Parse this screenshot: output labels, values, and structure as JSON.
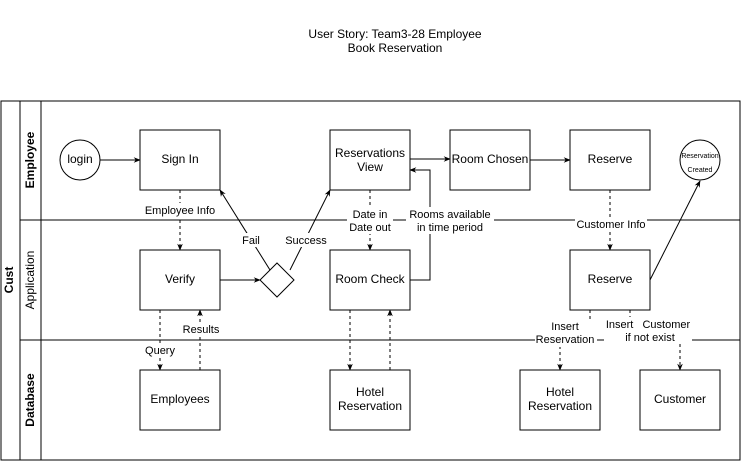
{
  "title": {
    "line1": "User Story: Team3-28 Employee",
    "line2": "Book Reservation"
  },
  "pool": {
    "label": "Cust"
  },
  "lanes": {
    "employee": "Employee",
    "application": "Application",
    "database": "Database"
  },
  "nodes": {
    "login": "login",
    "sign_in": "Sign In",
    "reservations_view": [
      "Reservations",
      "View"
    ],
    "room_chosen": "Room Chosen",
    "reserve_top": "Reserve",
    "reservation_created": [
      "Reservation",
      "Created"
    ],
    "verify": "Verify",
    "room_check": "Room Check",
    "reserve_app": "Reserve",
    "employees": "Employees",
    "hotel_reservation_1": [
      "Hotel",
      "Reservation"
    ],
    "hotel_reservation_2": [
      "Hotel",
      "Reservation"
    ],
    "customer": "Customer"
  },
  "edge_labels": {
    "employee_info": "Employee Info",
    "fail": "Fail",
    "success": "Success",
    "date_in_out": [
      "Date in",
      "Date out"
    ],
    "rooms_available": [
      "Rooms available",
      "in time period"
    ],
    "customer_info": "Customer Info",
    "results": "Results",
    "query": "Query",
    "insert_reservation": [
      "Insert",
      "Reservation"
    ],
    "insert_customer": [
      "Insert   Customer",
      "if not exist"
    ]
  }
}
